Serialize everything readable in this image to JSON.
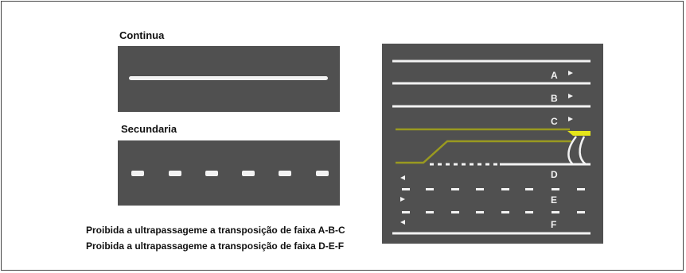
{
  "diagram": {
    "continua_label": "Continua",
    "secundaria_label": "Secundaria",
    "captions": [
      "Proibida a ultrapassageme a transposição de faixa A-B-C",
      "Proibida a ultrapassageme a transposição de faixa D-E-F"
    ],
    "lane_letters": [
      "A",
      "B",
      "C",
      "D",
      "E",
      "F"
    ],
    "colors": {
      "road": "#505050",
      "marking": "#f2f2f2",
      "yellow_line": "#9a9a20",
      "highlight": "#e6e61a"
    }
  }
}
